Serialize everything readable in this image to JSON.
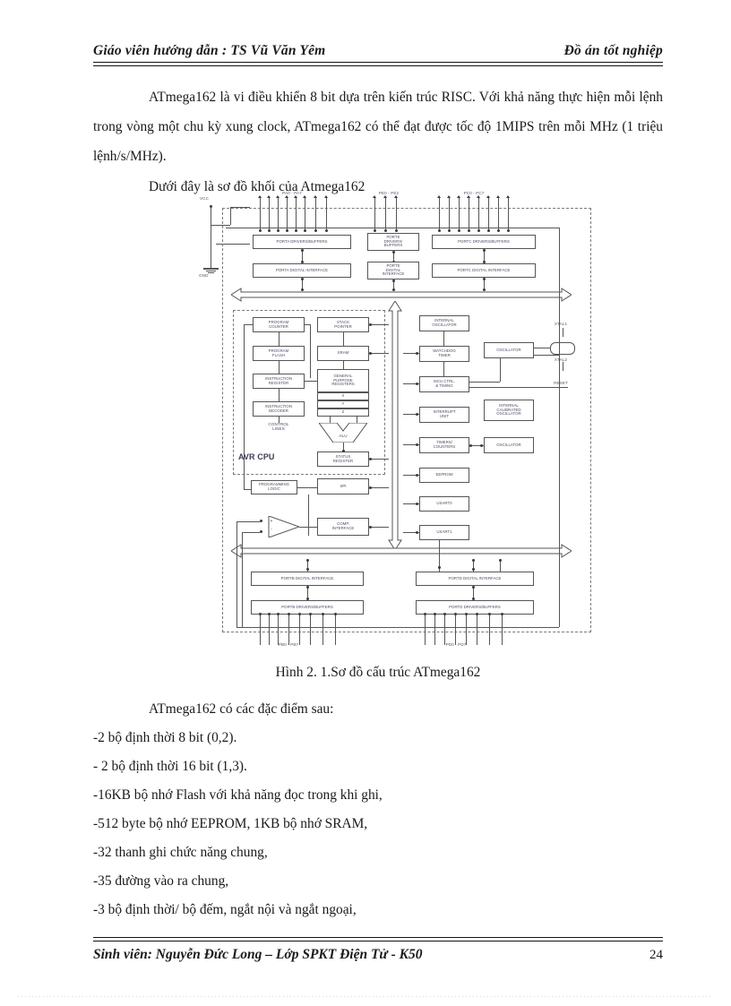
{
  "header": {
    "left": "Giáo viên hướng dẫn : TS Vũ Văn Yêm",
    "right": "Đồ án tốt nghiệp"
  },
  "body": {
    "paragraph1": "ATmega162 là vi điều khiển 8 bit dựa trên kiến trúc RISC. Với khả năng thực hiện mỗi lệnh trong vòng một chu kỳ xung clock, ATmega162 có thể đạt được tốc độ 1MIPS trên mỗi MHz (1 triệu lệnh/s/MHz).",
    "paragraph2": "Dưới đây là sơ đồ khối của Atmega162"
  },
  "figure": {
    "caption": "Hình 2. 1.Sơ đồ cấu trúc ATmega162",
    "pin_groups": {
      "porta": "PA0 - PA7",
      "porte": "PE0 - PE2",
      "portc": "PC0 - PC7",
      "portb": "PB0 - PB7",
      "portd": "PD0 - PD7"
    },
    "power": {
      "vcc": "VCC",
      "gnd": "GND"
    },
    "external": {
      "xtal1": "XTAL1",
      "xtal2": "XTAL2",
      "reset": "RESET"
    },
    "blocks": {
      "porta_drivers": "PORTA DRIVERS/BUFFERS",
      "porte_drivers": "PORTE\nDRIVERS/\nBUFFERS",
      "portc_drivers": "PORTC DRIVERS/BUFFERS",
      "porta_digital": "PORTA DIGITAL INTERFACE",
      "porte_digital": "PORTE\nDIGITAL\nINTERFACE",
      "portc_digital": "PORTC DIGITAL INTERFACE",
      "program_counter": "PROGRAM\nCOUNTER",
      "stack_pointer": "STACK\nPOINTER",
      "program_flash": "PROGRAM\nFLASH",
      "sram": "SRAM",
      "instruction_register": "INSTRUCTION\nREGISTER",
      "general_purpose_registers": "GENERAL\nPURPOSE\nREGISTERS",
      "instruction_decoder": "INSTRUCTION\nDECODER",
      "reg_x": "X",
      "reg_y": "Y",
      "reg_z": "Z",
      "control_lines": "CONTROL\nLINES",
      "alu": "ALU",
      "avr_cpu": "AVR CPU",
      "status_register": "STATUS\nREGISTER",
      "internal_oscillator": "INTERNAL\nOSCILLATOR",
      "watchdog_timer": "WATCHDOG\nTIMER",
      "oscillator_1": "OSCILLATOR",
      "mcu_ctrl_timing": "MCU CTRL.\n& TIMING",
      "interrupt_unit": "INTERRUPT\nUNIT",
      "internal_calibrated_oscillator": "INTERNAL\nCALIBRATED\nOSCILLATOR",
      "timers_counters": "TIMERS/\nCOUNTERS",
      "oscillator_2": "OSCILLATOR",
      "eeprom": "EEPROM",
      "usart0": "USART0",
      "usart1": "USART1",
      "programming_logic": "PROGRAMMING\nLOGIC",
      "spi": "SPI",
      "comp_interface": "COMP.\nINTERFACE",
      "portb_digital": "PORTB DIGITAL INTERFACE",
      "portd_digital": "PORTD DIGITAL INTERFACE",
      "portb_drivers": "PORTB DRIVERS/BUFFERS",
      "portd_drivers": "PORTD DRIVERS/BUFFERS",
      "comp_plus": "+",
      "comp_minus": "-"
    }
  },
  "features": {
    "intro": "ATmega162 có các đặc điểm sau:",
    "items": [
      "-2 bộ định thời 8 bit (0,2).",
      "- 2 bộ định thời 16 bit (1,3).",
      "-16KB bộ nhớ Flash với khả năng đọc trong khi ghi,",
      "-512 byte bộ nhớ EEPROM, 1KB bộ nhớ SRAM,",
      "-32 thanh ghi chức năng chung,",
      "-35 đường vào ra chung,",
      "-3 bộ định thời/ bộ đếm, ngắt nội và ngắt ngoại,"
    ]
  },
  "footer": {
    "text": "Sinh viên: Nguyễn Đức Long – Lớp SPKT Điện Tử - K50",
    "page": "24"
  }
}
